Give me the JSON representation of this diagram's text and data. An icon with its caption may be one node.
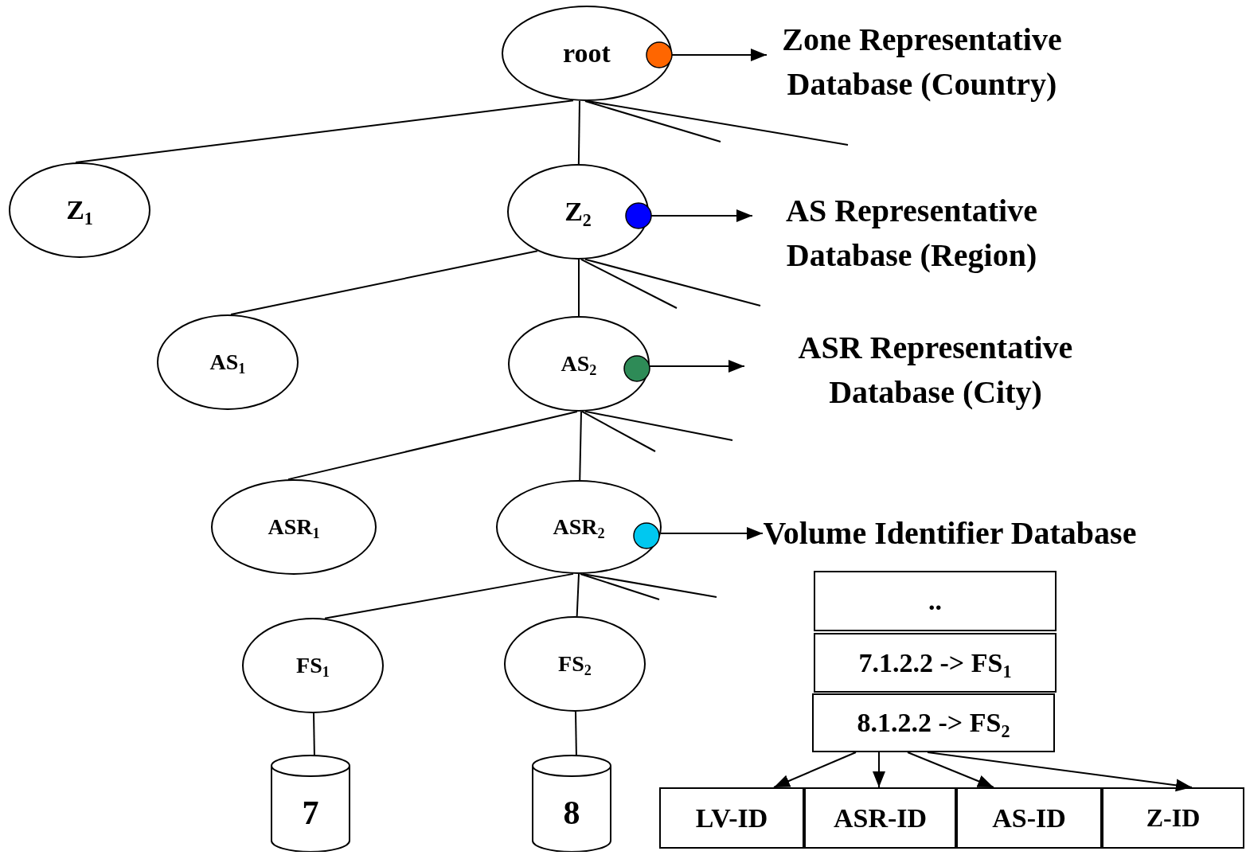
{
  "diagram": {
    "nodes": [
      {
        "text": [
          "root"
        ]
      },
      {
        "text": [
          "Z$_{1}$"
        ]
      },
      {
        "text": [
          "Z$_{2}$"
        ]
      },
      {
        "text": [
          "AS$_{1}$"
        ]
      },
      {
        "text": [
          "AS$_{2}$"
        ]
      },
      {
        "text": [
          "ASR$_{1}$"
        ]
      },
      {
        "text": [
          "ASR$_{2}$"
        ]
      },
      {
        "text": [
          "FS$_{1}$"
        ]
      },
      {
        "text": [
          "FS$_{2}$"
        ]
      },
      {
        "text": [
          "7"
        ]
      },
      {
        "text": [
          "8"
        ]
      },
      {
        "text": [
          "Zone Representative Database (Country)"
        ]
      },
      {
        "text": [
          "AS Representative Database (Region)"
        ]
      },
      {
        "text": [
          "ASR Representative Database (City)"
        ]
      },
      {
        "text": [
          "Volume Identifier Database"
        ]
      },
      {
        "text": [
          ".."
        ]
      },
      {
        "text": [
          "7.1.2.2 -> FS$_{1}$"
        ]
      },
      {
        "text": [
          "8.1.2.2 -> FS$_{2}$"
        ]
      },
      {
        "text": [
          "LV-ID"
        ]
      },
      {
        "text": [
          "ASR-ID"
        ]
      },
      {
        "text": [
          "AS-ID"
        ]
      },
      {
        "text": [
          "Z-ID"
        ]
      }
    ],
    "edges": [
      {
        "from": 0,
        "to": 1,
        "arrow": "none"
      },
      {
        "from": 0,
        "to": 2,
        "arrow": "none"
      },
      {
        "from": 0,
        "to": null,
        "arrow": "none"
      },
      {
        "from": 0,
        "to": null,
        "arrow": "none"
      },
      {
        "from": 0,
        "to": 11,
        "arrow": "to"
      },
      {
        "from": 2,
        "to": 3,
        "arrow": "none"
      },
      {
        "from": 2,
        "to": 4,
        "arrow": "none"
      },
      {
        "from": 2,
        "to": null,
        "arrow": "none"
      },
      {
        "from": 2,
        "to": null,
        "arrow": "none"
      },
      {
        "from": 2,
        "to": 12,
        "arrow": "to"
      },
      {
        "from": 4,
        "to": 5,
        "arrow": "none"
      },
      {
        "from": 4,
        "to": 6,
        "arrow": "none"
      },
      {
        "from": 4,
        "to": null,
        "arrow": "none"
      },
      {
        "from": 4,
        "to": null,
        "arrow": "none"
      },
      {
        "from": 4,
        "to": 13,
        "arrow": "to"
      },
      {
        "from": 6,
        "to": 7,
        "arrow": "none"
      },
      {
        "from": 6,
        "to": 8,
        "arrow": "none"
      },
      {
        "from": 6,
        "to": null,
        "arrow": "none"
      },
      {
        "from": 6,
        "to": null,
        "arrow": "none"
      },
      {
        "from": 6,
        "to": 14,
        "arrow": "to"
      },
      {
        "from": 7,
        "to": 9,
        "arrow": "none"
      },
      {
        "from": 8,
        "to": 10,
        "arrow": "none"
      },
      {
        "from": 17,
        "to": 18,
        "arrow": "to"
      },
      {
        "from": 17,
        "to": 19,
        "arrow": "to"
      },
      {
        "from": 17,
        "to": 20,
        "arrow": "to"
      },
      {
        "from": 17,
        "to": 21,
        "arrow": "to"
      }
    ]
  }
}
